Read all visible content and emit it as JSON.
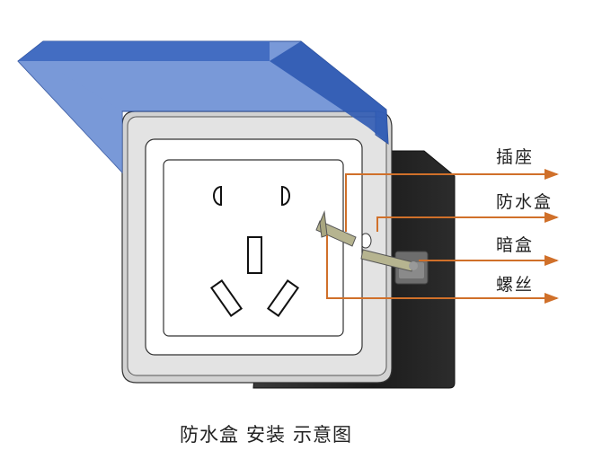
{
  "labels": {
    "socket": "插座",
    "waterproof_box": "防水盒",
    "wall_box": "暗盒",
    "screw": "螺丝"
  },
  "caption": {
    "part1": "防水盒",
    "part2": "安装",
    "part3": "示意图"
  },
  "colors": {
    "lid_blue": "#4f79c9",
    "frame_gray": "#d4d4d4",
    "wall_box_dark": "#1e1e1e",
    "leader_orange": "#d0702a",
    "screw_olive": "#b6b490"
  }
}
